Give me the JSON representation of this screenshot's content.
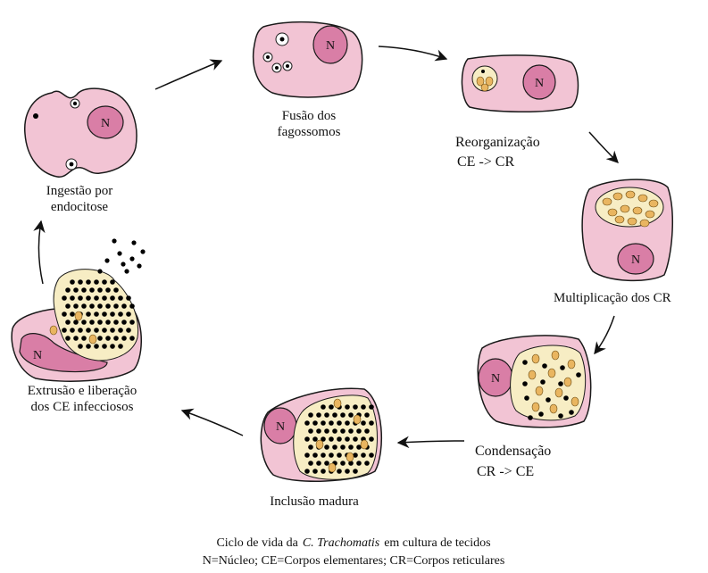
{
  "stages": [
    {
      "id": "ingestao",
      "lines": [
        "Ingestão por",
        "endocitose"
      ]
    },
    {
      "id": "fusao",
      "lines": [
        "Fusão dos",
        "fagossomos"
      ]
    },
    {
      "id": "reorganizacao",
      "lines": [
        "Reorganização",
        "CE -> CR"
      ]
    },
    {
      "id": "multiplicacao",
      "lines": [
        "Multiplicação dos CR"
      ]
    },
    {
      "id": "condensacao",
      "lines": [
        "Condensação",
        "CR -> CE"
      ]
    },
    {
      "id": "inclusao",
      "lines": [
        "Inclusão madura"
      ]
    },
    {
      "id": "extrusao",
      "lines": [
        "Extrusão e liberação",
        "dos CE infecciosos"
      ]
    }
  ],
  "nucleus_letter": "N",
  "caption": {
    "line1_prefix": "Ciclo de vida da",
    "line1_species": "C. Trachomatis",
    "line1_suffix": "em cultura de tecidos",
    "line2": "N=Núcleo;  CE=Corpos elementares;  CR=Corpos reticulares"
  },
  "colors": {
    "cell": "#f2c4d4",
    "cell_border": "#1a1a1a",
    "nucleus": "#d97ea6",
    "inclusion": "#f7edc4",
    "reticulate_body": "#e9b560",
    "elementary_body": "#000000"
  }
}
